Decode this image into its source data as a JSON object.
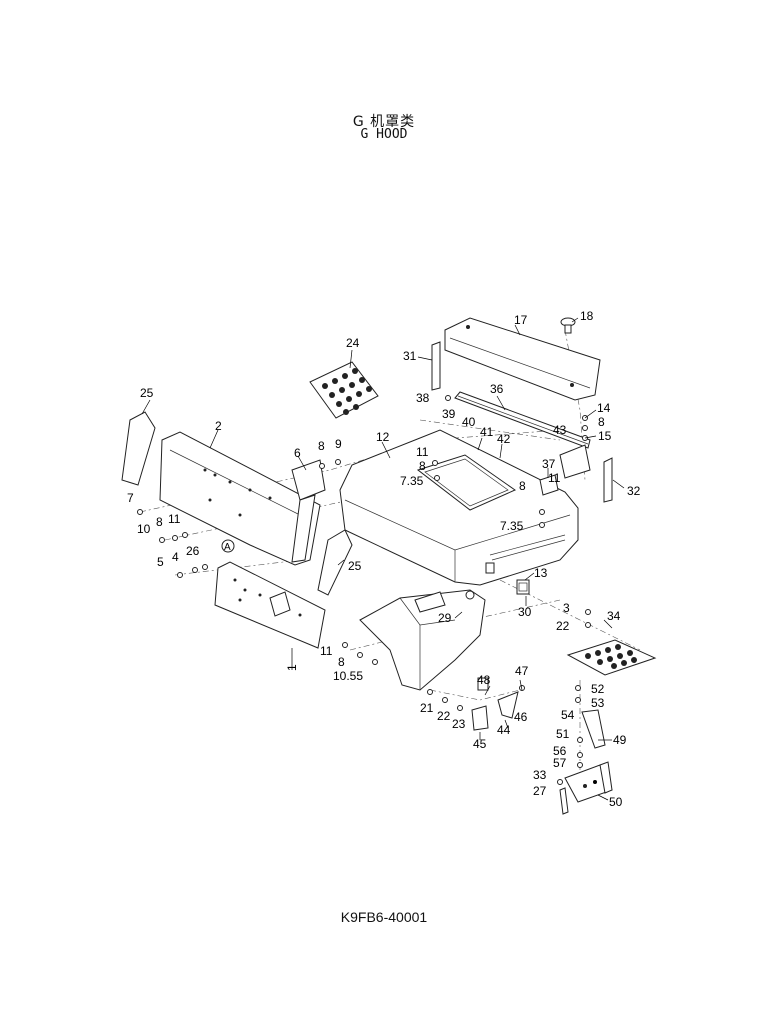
{
  "header": {
    "title_cn": "G 机罩类",
    "title_en": "G HOOD"
  },
  "footer": {
    "drawing_code": "K9FB6-40001"
  },
  "callouts": [
    {
      "id": "c17",
      "text": "17"
    },
    {
      "id": "c18",
      "text": "18"
    },
    {
      "id": "c24",
      "text": "24"
    },
    {
      "id": "c31",
      "text": "31"
    },
    {
      "id": "c36",
      "text": "36"
    },
    {
      "id": "c38",
      "text": "38"
    },
    {
      "id": "c39",
      "text": "39"
    },
    {
      "id": "c14",
      "text": "14"
    },
    {
      "id": "c8a",
      "text": "8"
    },
    {
      "id": "c43",
      "text": "43"
    },
    {
      "id": "c15",
      "text": "15"
    },
    {
      "id": "c25a",
      "text": "25"
    },
    {
      "id": "c2",
      "text": "2"
    },
    {
      "id": "c40",
      "text": "40"
    },
    {
      "id": "c41",
      "text": "41"
    },
    {
      "id": "c42",
      "text": "42"
    },
    {
      "id": "c12",
      "text": "12"
    },
    {
      "id": "c8b",
      "text": "8"
    },
    {
      "id": "c9",
      "text": "9"
    },
    {
      "id": "c6",
      "text": "6"
    },
    {
      "id": "c11a",
      "text": "11"
    },
    {
      "id": "c8c",
      "text": "8"
    },
    {
      "id": "c735a",
      "text": "7.35"
    },
    {
      "id": "c37",
      "text": "37"
    },
    {
      "id": "c32",
      "text": "32"
    },
    {
      "id": "c7",
      "text": "7"
    },
    {
      "id": "c11b",
      "text": "11"
    },
    {
      "id": "c8d",
      "text": "8"
    },
    {
      "id": "c735b",
      "text": "7.35"
    },
    {
      "id": "c10",
      "text": "10"
    },
    {
      "id": "c8e",
      "text": "8"
    },
    {
      "id": "c11c",
      "text": "11"
    },
    {
      "id": "cA",
      "text": "A"
    },
    {
      "id": "c4",
      "text": "4"
    },
    {
      "id": "c26",
      "text": "26"
    },
    {
      "id": "c5",
      "text": "5"
    },
    {
      "id": "c25b",
      "text": "25"
    },
    {
      "id": "c13",
      "text": "13"
    },
    {
      "id": "c29",
      "text": "29"
    },
    {
      "id": "c30",
      "text": "30"
    },
    {
      "id": "c3",
      "text": "3"
    },
    {
      "id": "c34",
      "text": "34"
    },
    {
      "id": "c22a",
      "text": "22"
    },
    {
      "id": "c11d",
      "text": "11"
    },
    {
      "id": "c8f",
      "text": "8"
    },
    {
      "id": "c1055",
      "text": "10.55"
    },
    {
      "id": "c1",
      "text": "1"
    },
    {
      "id": "c47",
      "text": "47"
    },
    {
      "id": "c48",
      "text": "48"
    },
    {
      "id": "c52",
      "text": "52"
    },
    {
      "id": "c53",
      "text": "53"
    },
    {
      "id": "c21",
      "text": "21"
    },
    {
      "id": "c22b",
      "text": "22"
    },
    {
      "id": "c46",
      "text": "46"
    },
    {
      "id": "c54",
      "text": "54"
    },
    {
      "id": "c23",
      "text": "23"
    },
    {
      "id": "c44",
      "text": "44"
    },
    {
      "id": "c45",
      "text": "45"
    },
    {
      "id": "c51",
      "text": "51"
    },
    {
      "id": "c49",
      "text": "49"
    },
    {
      "id": "c56",
      "text": "56"
    },
    {
      "id": "c57",
      "text": "57"
    },
    {
      "id": "c33",
      "text": "33"
    },
    {
      "id": "c27",
      "text": "27"
    },
    {
      "id": "c50",
      "text": "50"
    }
  ]
}
